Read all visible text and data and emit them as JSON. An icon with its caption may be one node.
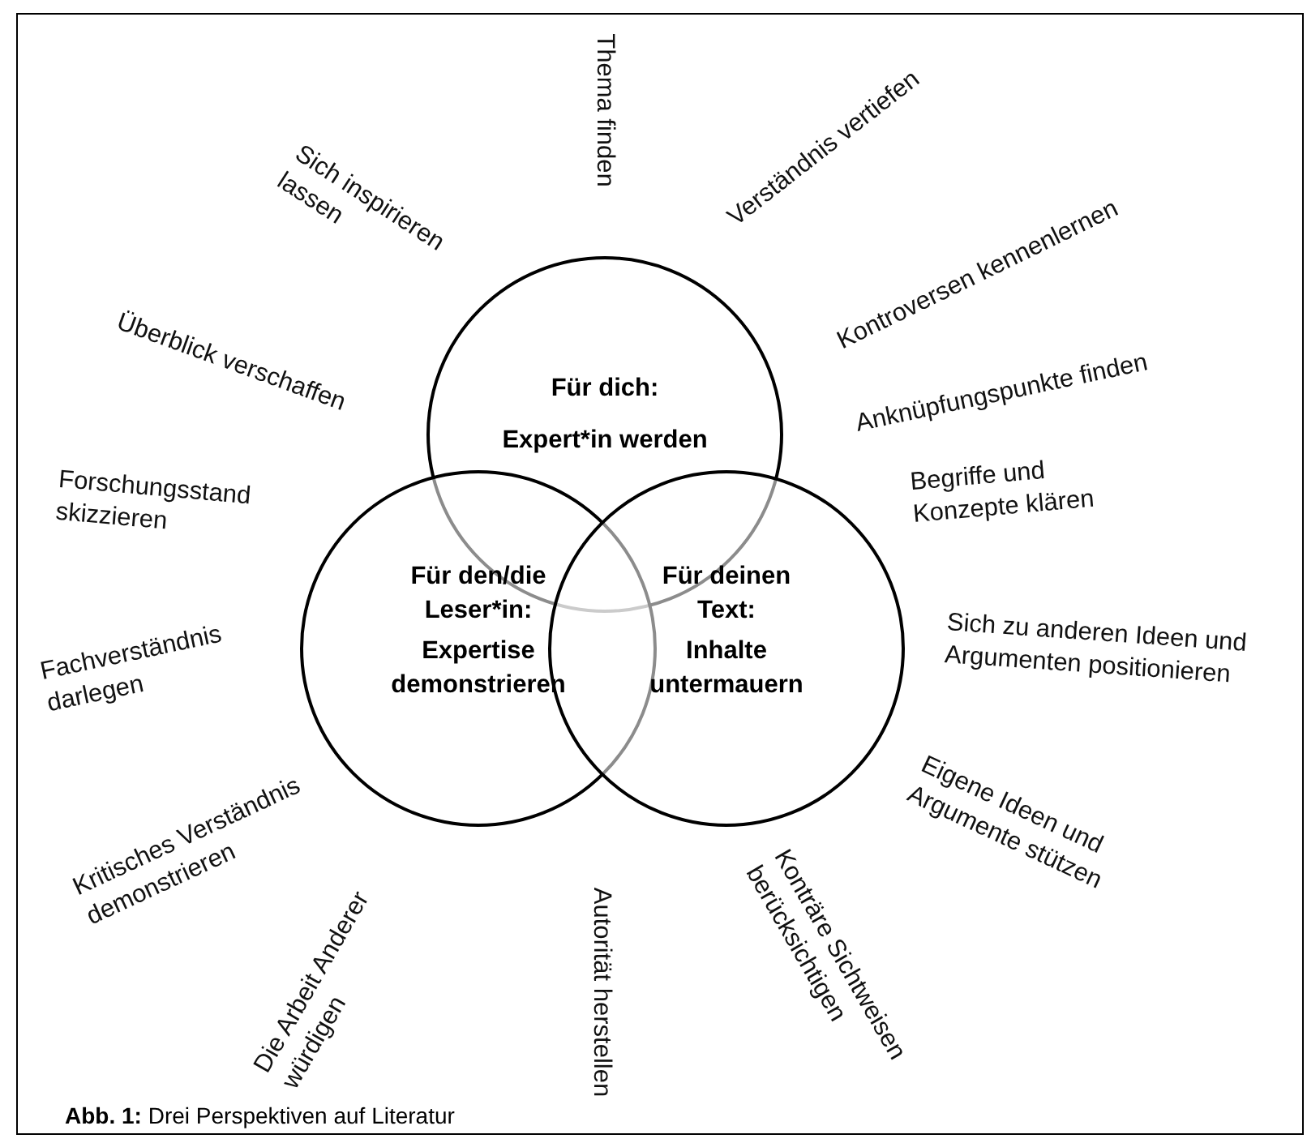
{
  "diagram": {
    "caption": "**Abb. 1:** Drei Perspektiven auf Literatur",
    "nodes": [
      {
        "text": [
          "Für dich:",
          "Expert*in werden"
        ]
      },
      {
        "text": [
          "Für den/die Leser*in:",
          "Expertise demonstrieren"
        ]
      },
      {
        "text": [
          "Für deinen Text:",
          "Inhalte untermauern"
        ]
      }
    ],
    "labels": [
      "Sich inspirieren lassen",
      "Thema finden",
      "Verständnis vertiefen",
      "Kontroversen kennenlernen",
      "Überblick verschaffen",
      "Anknüpfungspunkte finden",
      "Forschungsstand skizzieren",
      "Begriffe und Konzepte klären",
      "Fachverständnis darlegen",
      "Sich zu anderen Ideen und Argumenten positionieren",
      "Kritisches Verständnis demonstrieren",
      "Eigene Ideen und Argumente stützen",
      "Die Arbeit Anderer würdigen",
      "Autorität herstellen",
      "Konträre Sichtweisen berücksichtigen"
    ]
  }
}
